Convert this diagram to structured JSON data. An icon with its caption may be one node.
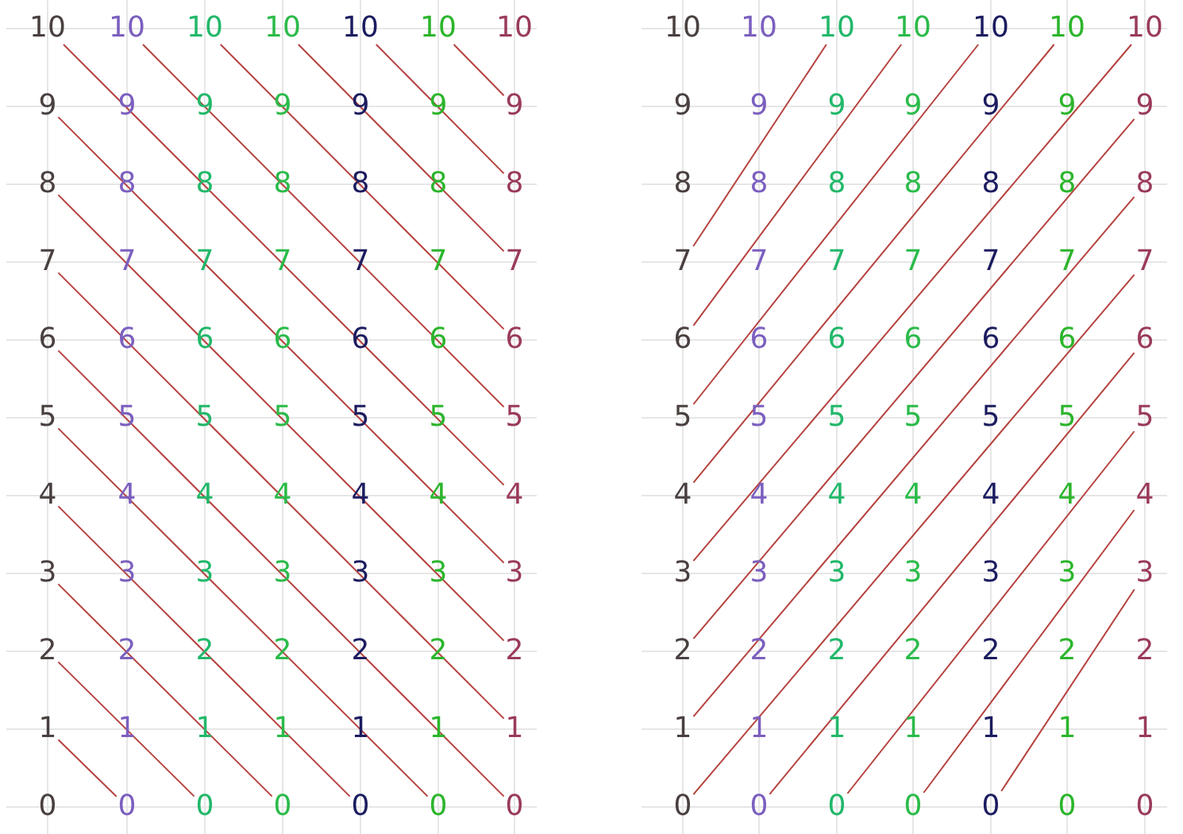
{
  "diagram": {
    "nodes": [
      {
        "text": [
          "10"
        ]
      },
      {
        "text": [
          "10"
        ]
      },
      {
        "text": [
          "10"
        ]
      },
      {
        "text": [
          "10"
        ]
      },
      {
        "text": [
          "10"
        ]
      },
      {
        "text": [
          "10"
        ]
      },
      {
        "text": [
          "10"
        ]
      },
      {
        "text": [
          "9"
        ]
      },
      {
        "text": [
          "9"
        ]
      },
      {
        "text": [
          "9"
        ]
      },
      {
        "text": [
          "9"
        ]
      },
      {
        "text": [
          "9"
        ]
      },
      {
        "text": [
          "9"
        ]
      },
      {
        "text": [
          "9"
        ]
      },
      {
        "text": [
          "8"
        ]
      },
      {
        "text": [
          "8"
        ]
      },
      {
        "text": [
          "8"
        ]
      },
      {
        "text": [
          "8"
        ]
      },
      {
        "text": [
          "8"
        ]
      },
      {
        "text": [
          "8"
        ]
      },
      {
        "text": [
          "8"
        ]
      },
      {
        "text": [
          "7"
        ]
      },
      {
        "text": [
          "7"
        ]
      },
      {
        "text": [
          "7"
        ]
      },
      {
        "text": [
          "7"
        ]
      },
      {
        "text": [
          "7"
        ]
      },
      {
        "text": [
          "7"
        ]
      },
      {
        "text": [
          "7"
        ]
      },
      {
        "text": [
          "6"
        ]
      },
      {
        "text": [
          "6"
        ]
      },
      {
        "text": [
          "6"
        ]
      },
      {
        "text": [
          "6"
        ]
      },
      {
        "text": [
          "6"
        ]
      },
      {
        "text": [
          "6"
        ]
      },
      {
        "text": [
          "6"
        ]
      },
      {
        "text": [
          "5"
        ]
      },
      {
        "text": [
          "5"
        ]
      },
      {
        "text": [
          "5"
        ]
      },
      {
        "text": [
          "5"
        ]
      },
      {
        "text": [
          "5"
        ]
      },
      {
        "text": [
          "5"
        ]
      },
      {
        "text": [
          "5"
        ]
      },
      {
        "text": [
          "4"
        ]
      },
      {
        "text": [
          "4"
        ]
      },
      {
        "text": [
          "4"
        ]
      },
      {
        "text": [
          "4"
        ]
      },
      {
        "text": [
          "4"
        ]
      },
      {
        "text": [
          "4"
        ]
      },
      {
        "text": [
          "4"
        ]
      },
      {
        "text": [
          "3"
        ]
      },
      {
        "text": [
          "3"
        ]
      },
      {
        "text": [
          "3"
        ]
      },
      {
        "text": [
          "3"
        ]
      },
      {
        "text": [
          "3"
        ]
      },
      {
        "text": [
          "3"
        ]
      },
      {
        "text": [
          "3"
        ]
      },
      {
        "text": [
          "2"
        ]
      },
      {
        "text": [
          "2"
        ]
      },
      {
        "text": [
          "2"
        ]
      },
      {
        "text": [
          "2"
        ]
      },
      {
        "text": [
          "2"
        ]
      },
      {
        "text": [
          "2"
        ]
      },
      {
        "text": [
          "2"
        ]
      },
      {
        "text": [
          "1"
        ]
      },
      {
        "text": [
          "1"
        ]
      },
      {
        "text": [
          "1"
        ]
      },
      {
        "text": [
          "1"
        ]
      },
      {
        "text": [
          "1"
        ]
      },
      {
        "text": [
          "1"
        ]
      },
      {
        "text": [
          "1"
        ]
      },
      {
        "text": [
          "0"
        ]
      },
      {
        "text": [
          "0"
        ]
      },
      {
        "text": [
          "0"
        ]
      },
      {
        "text": [
          "0"
        ]
      },
      {
        "text": [
          "0"
        ]
      },
      {
        "text": [
          "0"
        ]
      },
      {
        "text": [
          "0"
        ]
      },
      {
        "text": [
          "10"
        ]
      },
      {
        "text": [
          "10"
        ]
      },
      {
        "text": [
          "10"
        ]
      },
      {
        "text": [
          "10"
        ]
      },
      {
        "text": [
          "10"
        ]
      },
      {
        "text": [
          "10"
        ]
      },
      {
        "text": [
          "10"
        ]
      },
      {
        "text": [
          "9"
        ]
      },
      {
        "text": [
          "9"
        ]
      },
      {
        "text": [
          "9"
        ]
      },
      {
        "text": [
          "9"
        ]
      },
      {
        "text": [
          "9"
        ]
      },
      {
        "text": [
          "9"
        ]
      },
      {
        "text": [
          "9"
        ]
      },
      {
        "text": [
          "8"
        ]
      },
      {
        "text": [
          "8"
        ]
      },
      {
        "text": [
          "8"
        ]
      },
      {
        "text": [
          "8"
        ]
      },
      {
        "text": [
          "8"
        ]
      },
      {
        "text": [
          "8"
        ]
      },
      {
        "text": [
          "8"
        ]
      },
      {
        "text": [
          "7"
        ]
      },
      {
        "text": [
          "7"
        ]
      },
      {
        "text": [
          "7"
        ]
      },
      {
        "text": [
          "7"
        ]
      },
      {
        "text": [
          "7"
        ]
      },
      {
        "text": [
          "7"
        ]
      },
      {
        "text": [
          "7"
        ]
      },
      {
        "text": [
          "6"
        ]
      },
      {
        "text": [
          "6"
        ]
      },
      {
        "text": [
          "6"
        ]
      },
      {
        "text": [
          "6"
        ]
      },
      {
        "text": [
          "6"
        ]
      },
      {
        "text": [
          "6"
        ]
      },
      {
        "text": [
          "6"
        ]
      },
      {
        "text": [
          "5"
        ]
      },
      {
        "text": [
          "5"
        ]
      },
      {
        "text": [
          "5"
        ]
      },
      {
        "text": [
          "5"
        ]
      },
      {
        "text": [
          "5"
        ]
      },
      {
        "text": [
          "5"
        ]
      },
      {
        "text": [
          "5"
        ]
      },
      {
        "text": [
          "4"
        ]
      },
      {
        "text": [
          "4"
        ]
      },
      {
        "text": [
          "4"
        ]
      },
      {
        "text": [
          "4"
        ]
      },
      {
        "text": [
          "4"
        ]
      },
      {
        "text": [
          "4"
        ]
      },
      {
        "text": [
          "4"
        ]
      },
      {
        "text": [
          "3"
        ]
      },
      {
        "text": [
          "3"
        ]
      },
      {
        "text": [
          "3"
        ]
      },
      {
        "text": [
          "3"
        ]
      },
      {
        "text": [
          "3"
        ]
      },
      {
        "text": [
          "3"
        ]
      },
      {
        "text": [
          "3"
        ]
      },
      {
        "text": [
          "2"
        ]
      },
      {
        "text": [
          "2"
        ]
      },
      {
        "text": [
          "2"
        ]
      },
      {
        "text": [
          "2"
        ]
      },
      {
        "text": [
          "2"
        ]
      },
      {
        "text": [
          "2"
        ]
      },
      {
        "text": [
          "2"
        ]
      },
      {
        "text": [
          "1"
        ]
      },
      {
        "text": [
          "1"
        ]
      },
      {
        "text": [
          "1"
        ]
      },
      {
        "text": [
          "1"
        ]
      },
      {
        "text": [
          "1"
        ]
      },
      {
        "text": [
          "1"
        ]
      },
      {
        "text": [
          "1"
        ]
      },
      {
        "text": [
          "0"
        ]
      },
      {
        "text": [
          "0"
        ]
      },
      {
        "text": [
          "0"
        ]
      },
      {
        "text": [
          "0"
        ]
      },
      {
        "text": [
          "0"
        ]
      },
      {
        "text": [
          "0"
        ]
      },
      {
        "text": [
          "0"
        ]
      }
    ],
    "edges": [
      {
        "from": 0,
        "to": 48,
        "arrow": "none"
      },
      {
        "from": 7,
        "to": 55,
        "arrow": "none"
      },
      {
        "from": 14,
        "to": 62,
        "arrow": "none"
      },
      {
        "from": 21,
        "to": 69,
        "arrow": "none"
      },
      {
        "from": 28,
        "to": 76,
        "arrow": "none"
      },
      {
        "from": 35,
        "to": 75,
        "arrow": "none"
      },
      {
        "from": 42,
        "to": 74,
        "arrow": "none"
      },
      {
        "from": 49,
        "to": 73,
        "arrow": "none"
      },
      {
        "from": 56,
        "to": 72,
        "arrow": "none"
      },
      {
        "from": 63,
        "to": 71,
        "arrow": "none"
      },
      {
        "from": 1,
        "to": 41,
        "arrow": "none"
      },
      {
        "from": 2,
        "to": 34,
        "arrow": "none"
      },
      {
        "from": 3,
        "to": 27,
        "arrow": "none"
      },
      {
        "from": 4,
        "to": 20,
        "arrow": "none"
      },
      {
        "from": 5,
        "to": 13,
        "arrow": "none"
      },
      {
        "from": 98,
        "to": 79,
        "arrow": "none"
      },
      {
        "from": 105,
        "to": 80,
        "arrow": "none"
      },
      {
        "from": 112,
        "to": 81,
        "arrow": "none"
      },
      {
        "from": 119,
        "to": 82,
        "arrow": "none"
      },
      {
        "from": 126,
        "to": 83,
        "arrow": "none"
      },
      {
        "from": 133,
        "to": 90,
        "arrow": "none"
      },
      {
        "from": 140,
        "to": 97,
        "arrow": "none"
      },
      {
        "from": 147,
        "to": 104,
        "arrow": "none"
      },
      {
        "from": 148,
        "to": 111,
        "arrow": "none"
      },
      {
        "from": 149,
        "to": 118,
        "arrow": "none"
      },
      {
        "from": 150,
        "to": 125,
        "arrow": "none"
      },
      {
        "from": 151,
        "to": 132,
        "arrow": "none"
      }
    ]
  }
}
